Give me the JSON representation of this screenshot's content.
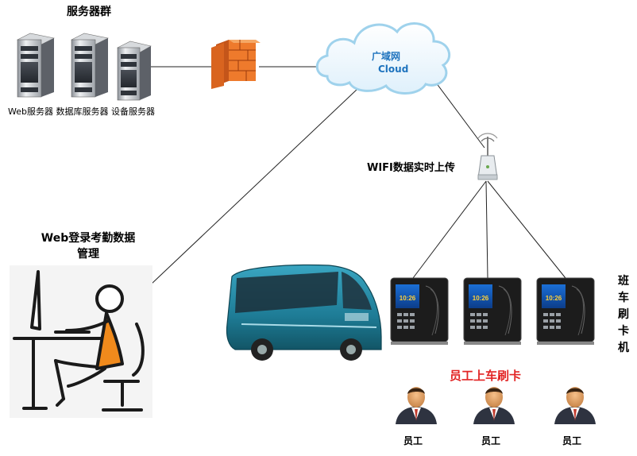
{
  "server_group": {
    "title": "服务器群",
    "caption": "Web服务器 数据库服务器 设备服务器",
    "servers": [
      {
        "name": "web-server-icon"
      },
      {
        "name": "database-server-icon"
      },
      {
        "name": "device-server-icon"
      }
    ]
  },
  "firewall": {
    "icon": "firewall-icon"
  },
  "cloud": {
    "title": "广域网",
    "subtitle": "Cloud",
    "color": "#1e73be"
  },
  "wifi": {
    "label": "WIFI数据实时上传",
    "icon": "wifi-router-icon"
  },
  "web_management": {
    "label": "Web登录考勤数据管理",
    "icon": "person-at-computer-icon"
  },
  "bus": {
    "icon": "shuttle-bus-icon",
    "color": "#1e7c96"
  },
  "card_machines": {
    "label_vertical": [
      "班",
      "车",
      "刷",
      "卡",
      "机"
    ],
    "count": 3,
    "screen_text": "10:26"
  },
  "boarding": {
    "label": "员工上车刷卡",
    "color": "#e22424"
  },
  "employees": [
    {
      "label": "员工"
    },
    {
      "label": "员工"
    },
    {
      "label": "员工"
    }
  ]
}
